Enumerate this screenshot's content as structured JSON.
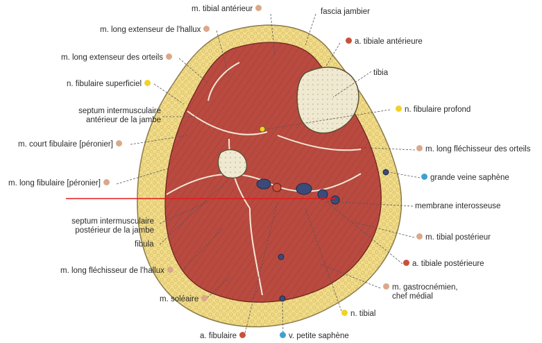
{
  "colors": {
    "muscle": "#b94a40",
    "fat": "#f1dc8a",
    "bone": "#efe9d2",
    "artery": "#c9503a",
    "nerve": "#f1d12a",
    "vein": "#3fa0d0",
    "muscle_label": "#d9a98a",
    "pointer": "#e21b1b"
  },
  "labels": {
    "tibial_anterieur": "m. tibial antérieur",
    "fascia_jambier": "fascia jambier",
    "long_ext_hallux": "m. long extenseur de l'hallux",
    "a_tibiale_ant": "a. tibiale antérieure",
    "long_ext_orteils": "m. long extenseur des orteils",
    "tibia": "tibia",
    "n_fib_sup": "n. fibulaire superficiel",
    "n_fib_prof": "n. fibulaire profond",
    "septum_ant_1": "septum intermusculaire",
    "septum_ant_2": "antérieur de la jambe",
    "court_fib": "m. court fibulaire [péronier]",
    "long_flech_orteils": "m. long fléchisseur des orteils",
    "grande_veine": "grande veine saphène",
    "long_fib": "m. long fibulaire [péronier]",
    "membrane": "membrane interosseuse",
    "septum_post_1": "septum intermusculaire",
    "septum_post_2": "postérieur de la jambe",
    "tibial_post": "m. tibial postérieur",
    "fibula": "fibula",
    "a_tib_post": "a. tibiale postérieure",
    "long_flech_hallux": "m. long fléchisseur de l'hallux",
    "gastro_1": "m. gastrocnémien,",
    "gastro_2": "chef médial",
    "soleaire": "m. soléaire",
    "n_tibial": "n. tibial",
    "a_fibulaire": "a. fibulaire",
    "petite_saphene": "v. petite saphène"
  }
}
